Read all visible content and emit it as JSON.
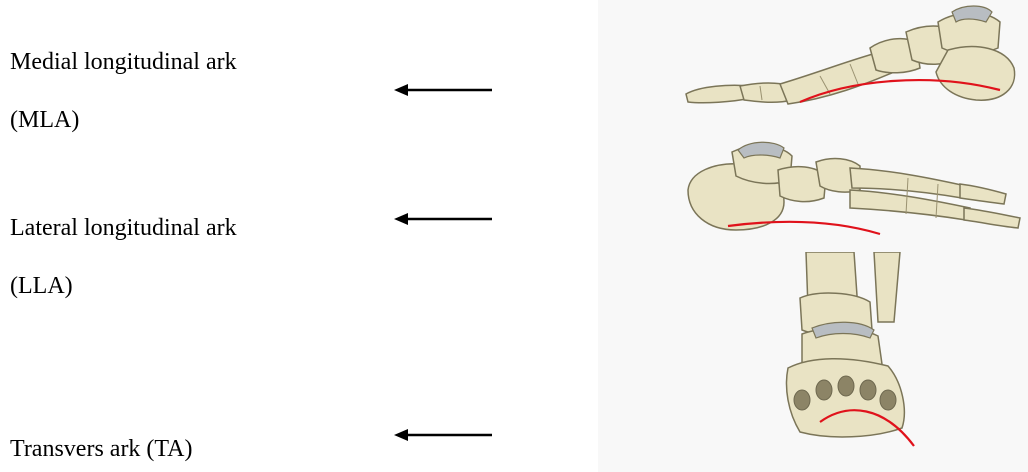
{
  "labels": {
    "mla_name": "Medial longitudinal ark",
    "mla_abbr": "(MLA)",
    "lla_name": "Lateral longitudinal ark",
    "lla_abbr": "(LLA)",
    "ta_name": "Transvers ark (TA)"
  },
  "colors": {
    "bone": "#e9e3c4",
    "bone_shade": "#b9b08a",
    "bone_outline": "#7b7558",
    "cartilage": "#b8bdc2",
    "arch_line": "#e0121b",
    "arrow": "#000000",
    "background_panel": "#f7f7f7"
  },
  "icons": {
    "arrow": "left-arrow-icon",
    "mla_figure": "medial-foot-skeleton-icon",
    "lla_figure": "lateral-foot-skeleton-icon",
    "ta_figure": "anterior-foot-skeleton-icon"
  }
}
